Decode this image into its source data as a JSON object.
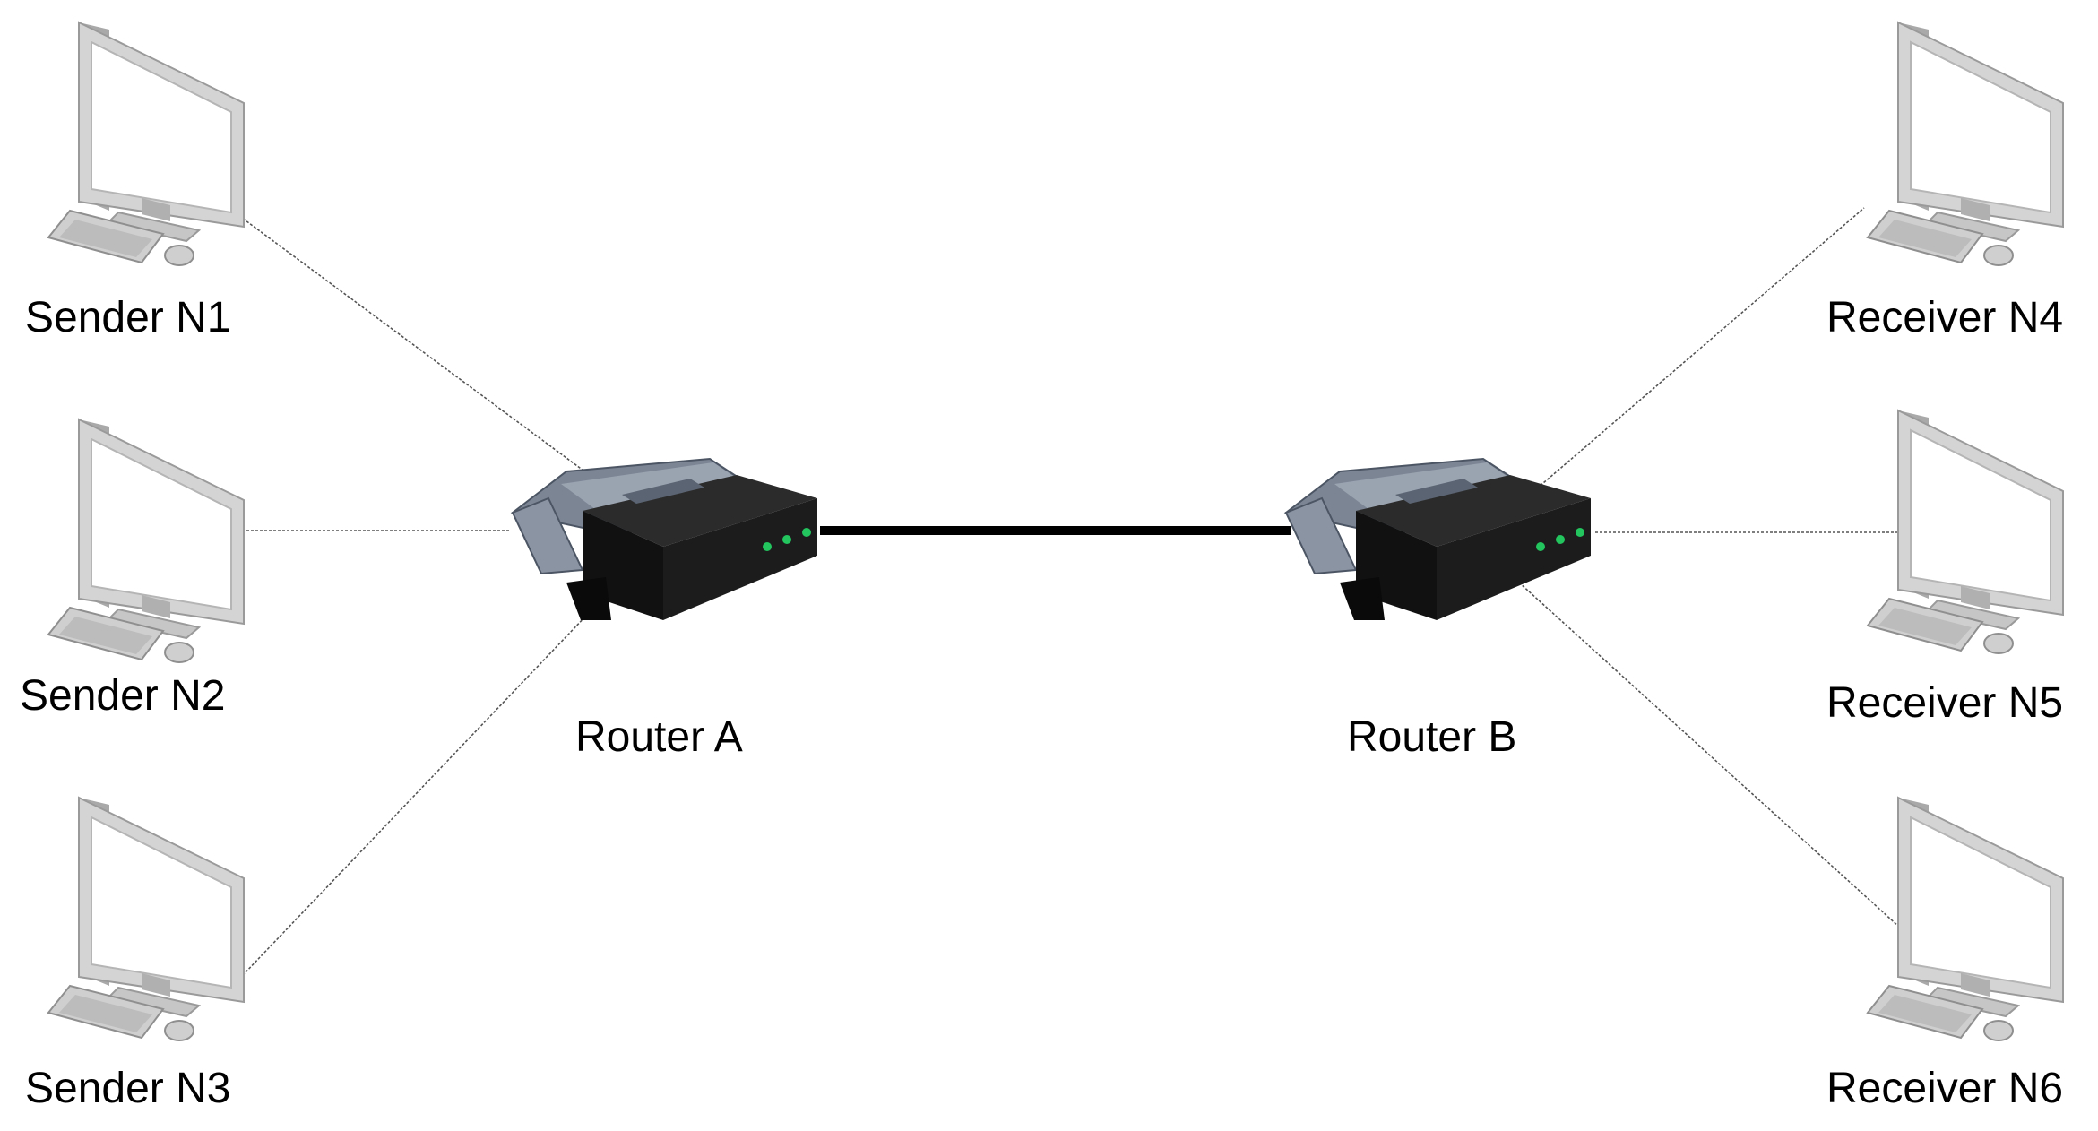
{
  "nodes": {
    "n1": {
      "label": "Sender N1",
      "icon": "computer-icon"
    },
    "n2": {
      "label": "Sender N2",
      "icon": "computer-icon"
    },
    "n3": {
      "label": "Sender N3",
      "icon": "computer-icon"
    },
    "n4": {
      "label": "Receiver N4",
      "icon": "computer-icon"
    },
    "n5": {
      "label": "Receiver N5",
      "icon": "computer-icon"
    },
    "n6": {
      "label": "Receiver N6",
      "icon": "computer-icon"
    },
    "router_a": {
      "label": "Router A",
      "icon": "router-icon"
    },
    "router_b": {
      "label": "Router B",
      "icon": "router-icon"
    }
  },
  "links": [
    {
      "from": "Sender N1",
      "to": "Router A",
      "style": "thin"
    },
    {
      "from": "Sender N2",
      "to": "Router A",
      "style": "thin"
    },
    {
      "from": "Sender N3",
      "to": "Router A",
      "style": "thin"
    },
    {
      "from": "Router A",
      "to": "Router B",
      "style": "thick"
    },
    {
      "from": "Router B",
      "to": "Receiver N4",
      "style": "thin"
    },
    {
      "from": "Router B",
      "to": "Receiver N5",
      "style": "thin"
    },
    {
      "from": "Router B",
      "to": "Receiver N6",
      "style": "thin"
    }
  ],
  "colors": {
    "router_body": "#1a1a1a",
    "router_top": "#6b7280",
    "router_led": "#22c55e",
    "monitor_frame": "#d9d9d9",
    "monitor_screen": "#ffffff",
    "link_thick": "#000000",
    "link_thin": "#555555"
  }
}
